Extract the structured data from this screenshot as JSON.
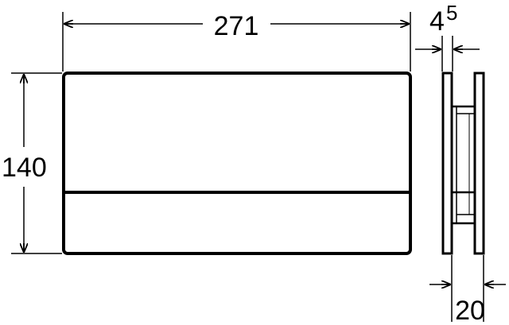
{
  "front_view": {
    "width_label": "271",
    "height_label": "140"
  },
  "side_view": {
    "depth_main": "4",
    "depth_sup": "5",
    "total_depth_label": "20"
  },
  "colors": {
    "line": "#000000",
    "background": "#ffffff"
  }
}
